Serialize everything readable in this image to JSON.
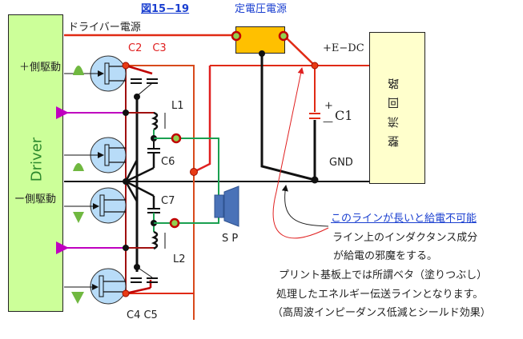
{
  "diagram": {
    "title": "図15−19",
    "driver_power_label": "ドライバー電源",
    "regulator_label": "定電圧電源",
    "driver_block_label": "Driver",
    "plus_side_label": "＋側駆動",
    "minus_side_label": "ー側駆動",
    "rectifier_label": "整流回路",
    "dc_label": "+E−DC",
    "gnd_label": "GND",
    "c1_label": "C1",
    "c1_plus": "+",
    "c1_minus": "—",
    "c2c3_label": "C2　C3",
    "c4c5_label": "C4 C5",
    "c6_label": "C6",
    "c7_label": "C7",
    "l1_label": "L1",
    "l2_label": "L2",
    "speaker_label": "S P"
  },
  "notes": {
    "warning_link": "このラインが長いと給電不可能",
    "lines": [
      "ライン上のインダクタンス成分",
      "が給電の邪魔をする。",
      "プリント基板上では所謂ベタ（塗りつぶし）",
      "処理したエネルギー伝送ラインとなります。",
      "（高周波インピーダンス低減とシールド効果）"
    ]
  },
  "colors": {
    "driver_fill": "#ccff99",
    "rectifier_fill": "#ffffcc",
    "regulator_fill": "#ffc000",
    "power_line": "#e02a14",
    "signal_feedback": "#c000c0",
    "speaker_line": "#1aa050",
    "transistor_fill": "#b8dcf8",
    "speaker_fill": "#4a72b8",
    "accent_text": "#1a3fd0"
  }
}
